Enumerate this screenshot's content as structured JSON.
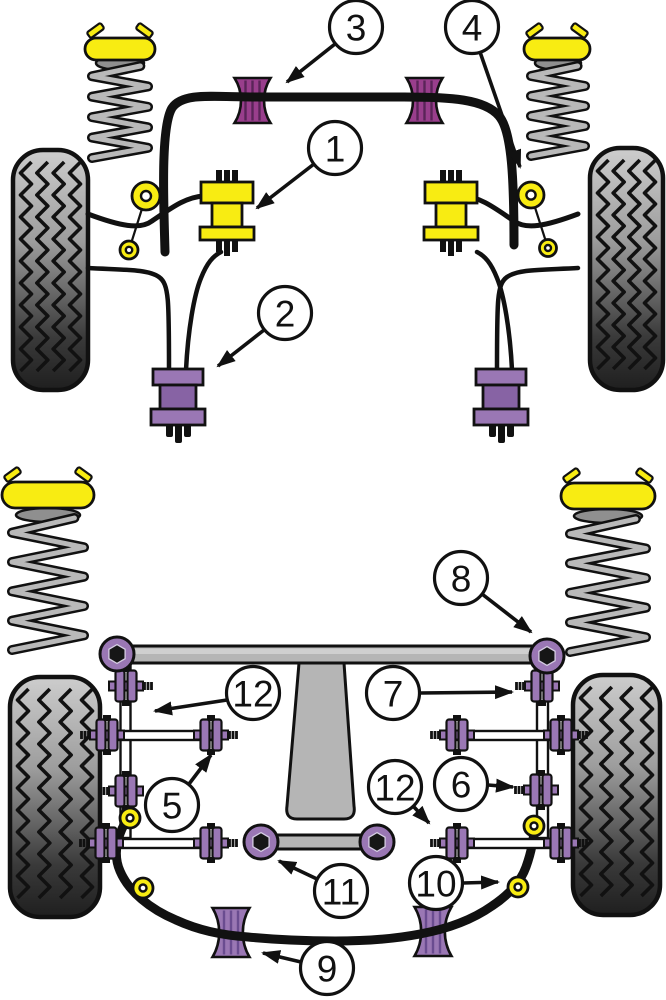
{
  "callouts": [
    {
      "label": "1"
    },
    {
      "label": "2"
    },
    {
      "label": "3"
    },
    {
      "label": "4"
    },
    {
      "label": "5"
    },
    {
      "label": "6"
    },
    {
      "label": "7"
    },
    {
      "label": "8"
    },
    {
      "label": "9"
    },
    {
      "label": "10"
    },
    {
      "label": "11"
    },
    {
      "label": "12"
    },
    {
      "label": "12"
    }
  ],
  "colors": {
    "background": "#FFFFFF",
    "outline": "#111111",
    "component_yellow": "#F8EC12",
    "bush_purple": "#9A77B4",
    "bush_purple_dark": "#8763A4",
    "bush_purple_ridge": "#6A4C90",
    "bush_magenta": "#993E8C",
    "bush_magenta_ridge": "#5A2458",
    "metal_gray": "#B5B5B5",
    "spring_gray": "#B9B9B9",
    "tire_light": "#CDCDCD",
    "tire_dark": "#1F1F1F"
  }
}
